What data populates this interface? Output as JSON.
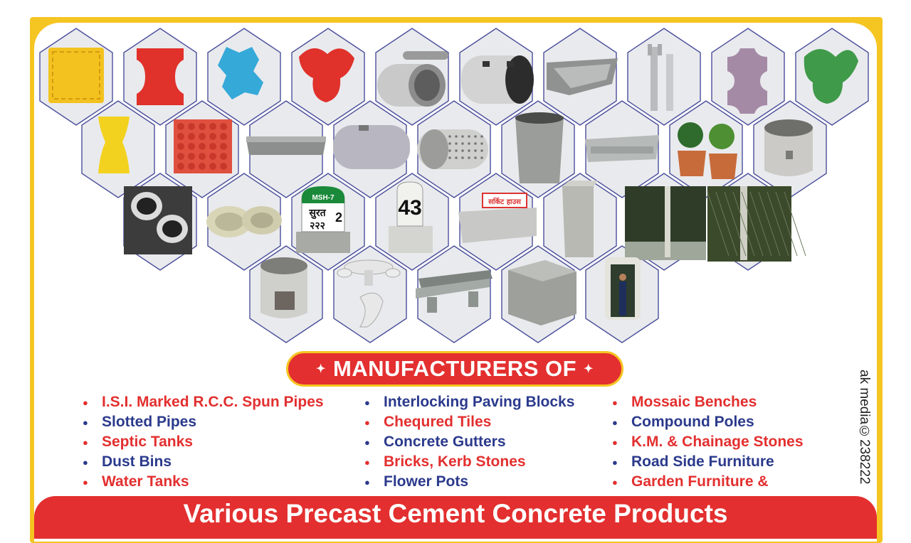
{
  "heading": "MANUFACTURERS OF",
  "colors": {
    "red": "#e32f2f",
    "blue": "#2b3a8c",
    "yellow": "#f5c522",
    "hex_border": "#4a4f9c"
  },
  "products": {
    "col1": [
      {
        "text": "I.S.I. Marked R.C.C. Spun Pipes",
        "color": "red"
      },
      {
        "text": "Slotted Pipes",
        "color": "blue"
      },
      {
        "text": "Septic Tanks",
        "color": "red"
      },
      {
        "text": "Dust Bins",
        "color": "blue"
      },
      {
        "text": "Water Tanks",
        "color": "red"
      }
    ],
    "col2": [
      {
        "text": "Interlocking Paving Blocks",
        "color": "blue"
      },
      {
        "text": "Chequred Tiles",
        "color": "red"
      },
      {
        "text": "Concrete Gutters",
        "color": "blue"
      },
      {
        "text": "Bricks, Kerb Stones",
        "color": "red"
      },
      {
        "text": "Flower Pots",
        "color": "blue"
      }
    ],
    "col3": [
      {
        "text": "Mossaic Benches",
        "color": "red"
      },
      {
        "text": "Compound Poles",
        "color": "blue"
      },
      {
        "text": "K.M. & Chainage Stones",
        "color": "red"
      },
      {
        "text": "Road Side Furniture",
        "color": "blue"
      },
      {
        "text": "Garden Furniture &",
        "color": "red"
      }
    ]
  },
  "footer_text": "Various Precast Cement Concrete Products",
  "side_text": "ak media©238222",
  "signs": {
    "milestone_top": "MSH-7",
    "milestone_town": "सुरत",
    "milestone_dist": "२२२",
    "milestone_num": "2",
    "chainage": "43",
    "board": "सर्किट हाउस"
  }
}
